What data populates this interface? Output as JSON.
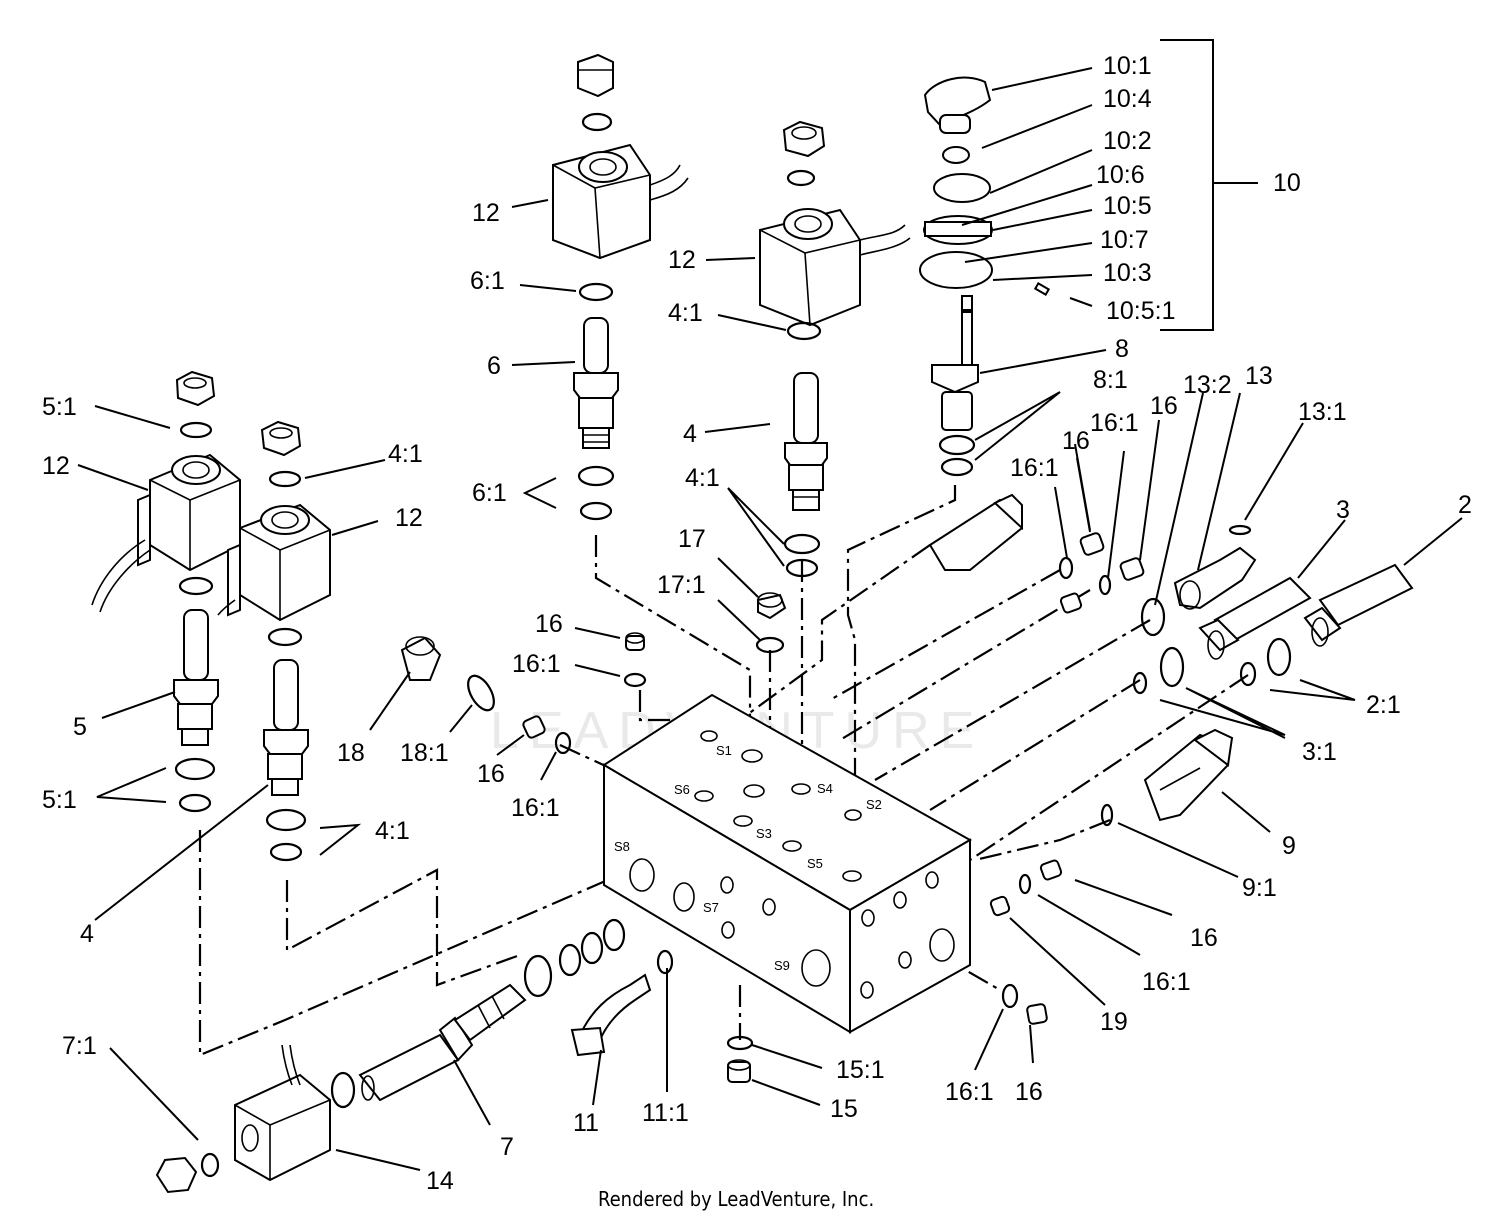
{
  "watermark": "LEADVENTURE",
  "footer": "Rendered by LeadVenture, Inc.",
  "labels": {
    "p10_1": "10:1",
    "p10_4": "10:4",
    "p10_2": "10:2",
    "p10_6": "10:6",
    "p10_5": "10:5",
    "p10_7": "10:7",
    "p10_3": "10:3",
    "p10_5_1": "10:5:1",
    "p10": "10",
    "p12_a": "12",
    "p12_b": "12",
    "p12_c": "12",
    "p12_d": "12",
    "p6_1_top": "6:1",
    "p6": "6",
    "p6_1_bot": "6:1",
    "p4_1_a": "4:1",
    "p4_a": "4",
    "p4_1_b": "4:1",
    "p8": "8",
    "p8_1": "8:1",
    "p13_2": "13:2",
    "p13": "13",
    "p13_1": "13:1",
    "p16_a": "16",
    "p16_b": "16",
    "p16_1_a": "16:1",
    "p16_1_b": "16:1",
    "p3": "3",
    "p2": "2",
    "p2_1": "2:1",
    "p3_1": "3:1",
    "p5_1_top": "5:1",
    "p4_1_c": "4:1",
    "p17": "17",
    "p17_1": "17:1",
    "p16_c": "16",
    "p16_1_c": "16:1",
    "p5": "5",
    "p18": "18",
    "p18_1": "18:1",
    "p16_d": "16",
    "p16_1_d": "16:1",
    "p5_1_bot": "5:1",
    "p4_1_d": "4:1",
    "p4_b": "4",
    "p9": "9",
    "p9_1": "9:1",
    "p16_e": "16",
    "p16_1_e": "16:1",
    "p19": "19",
    "p7_1": "7:1",
    "p14": "14",
    "p7": "7",
    "p11": "11",
    "p11_1": "11:1",
    "p15_1": "15:1",
    "p15": "15",
    "p16_1_f": "16:1",
    "p16_f": "16"
  },
  "ports": {
    "s1": "S1",
    "s2": "S2",
    "s3": "S3",
    "s4": "S4",
    "s5": "S5",
    "s6": "S6",
    "s7": "S7",
    "s8": "S8",
    "s9": "S9"
  }
}
